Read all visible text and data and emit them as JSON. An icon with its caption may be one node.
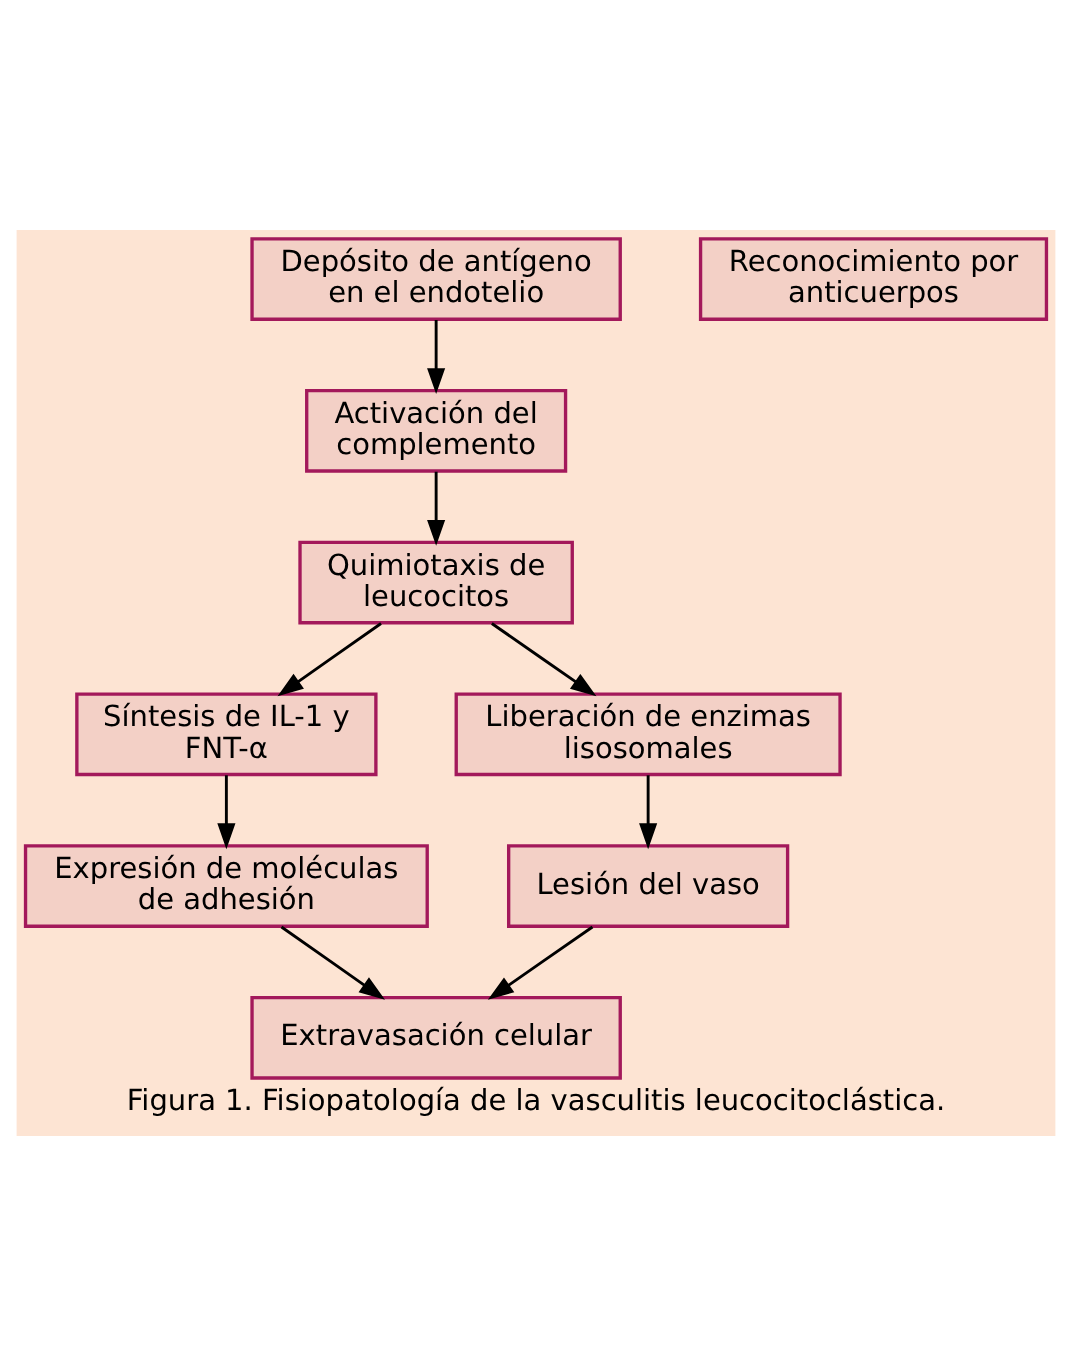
{
  "diagram": {
    "caption": "Figura 1. Fisiopatología de la vasculitis leucocitoclástica.",
    "nodes": [
      {
        "text": [
          "Depósito de antígeno en el endotelio"
        ]
      },
      {
        "text": [
          "Reconocimiento por anticuerpos"
        ]
      },
      {
        "text": [
          "Activación del complemento"
        ]
      },
      {
        "text": [
          "Quimiotaxis de leucocitos"
        ]
      },
      {
        "text": [
          "Síntesis de IL-1 y FNT-α"
        ]
      },
      {
        "text": [
          "Liberación de enzimas lisosomales"
        ]
      },
      {
        "text": [
          "Expresión de moléculas de adhesión"
        ]
      },
      {
        "text": [
          "Lesión del vaso"
        ]
      },
      {
        "text": [
          "Extravasación celular"
        ]
      }
    ],
    "edges": [
      {
        "from": 0,
        "to": 2,
        "arrow": "to"
      },
      {
        "from": 2,
        "to": 3,
        "arrow": "to"
      },
      {
        "from": 3,
        "to": 4,
        "arrow": "to"
      },
      {
        "from": 3,
        "to": 5,
        "arrow": "to"
      },
      {
        "from": 4,
        "to": 6,
        "arrow": "to"
      },
      {
        "from": 5,
        "to": 7,
        "arrow": "to"
      },
      {
        "from": 6,
        "to": 8,
        "arrow": "to"
      },
      {
        "from": 7,
        "to": 8,
        "arrow": "to"
      }
    ]
  }
}
